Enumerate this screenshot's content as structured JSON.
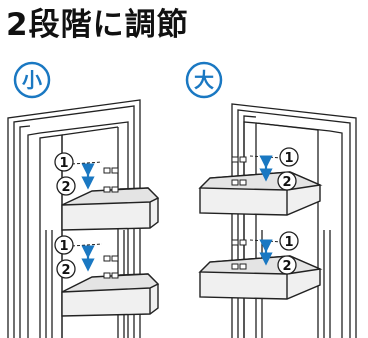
{
  "title": "2段階に調節",
  "accent_color": "#1a78c2",
  "panels": [
    {
      "badge": "小",
      "label_upper": "①",
      "label_lower": "②",
      "shelves": 2
    },
    {
      "badge": "大",
      "label_upper": "①",
      "label_lower": "②",
      "shelves": 2
    }
  ],
  "icons": [
    "double-arrow-icon",
    "slot-icon"
  ]
}
